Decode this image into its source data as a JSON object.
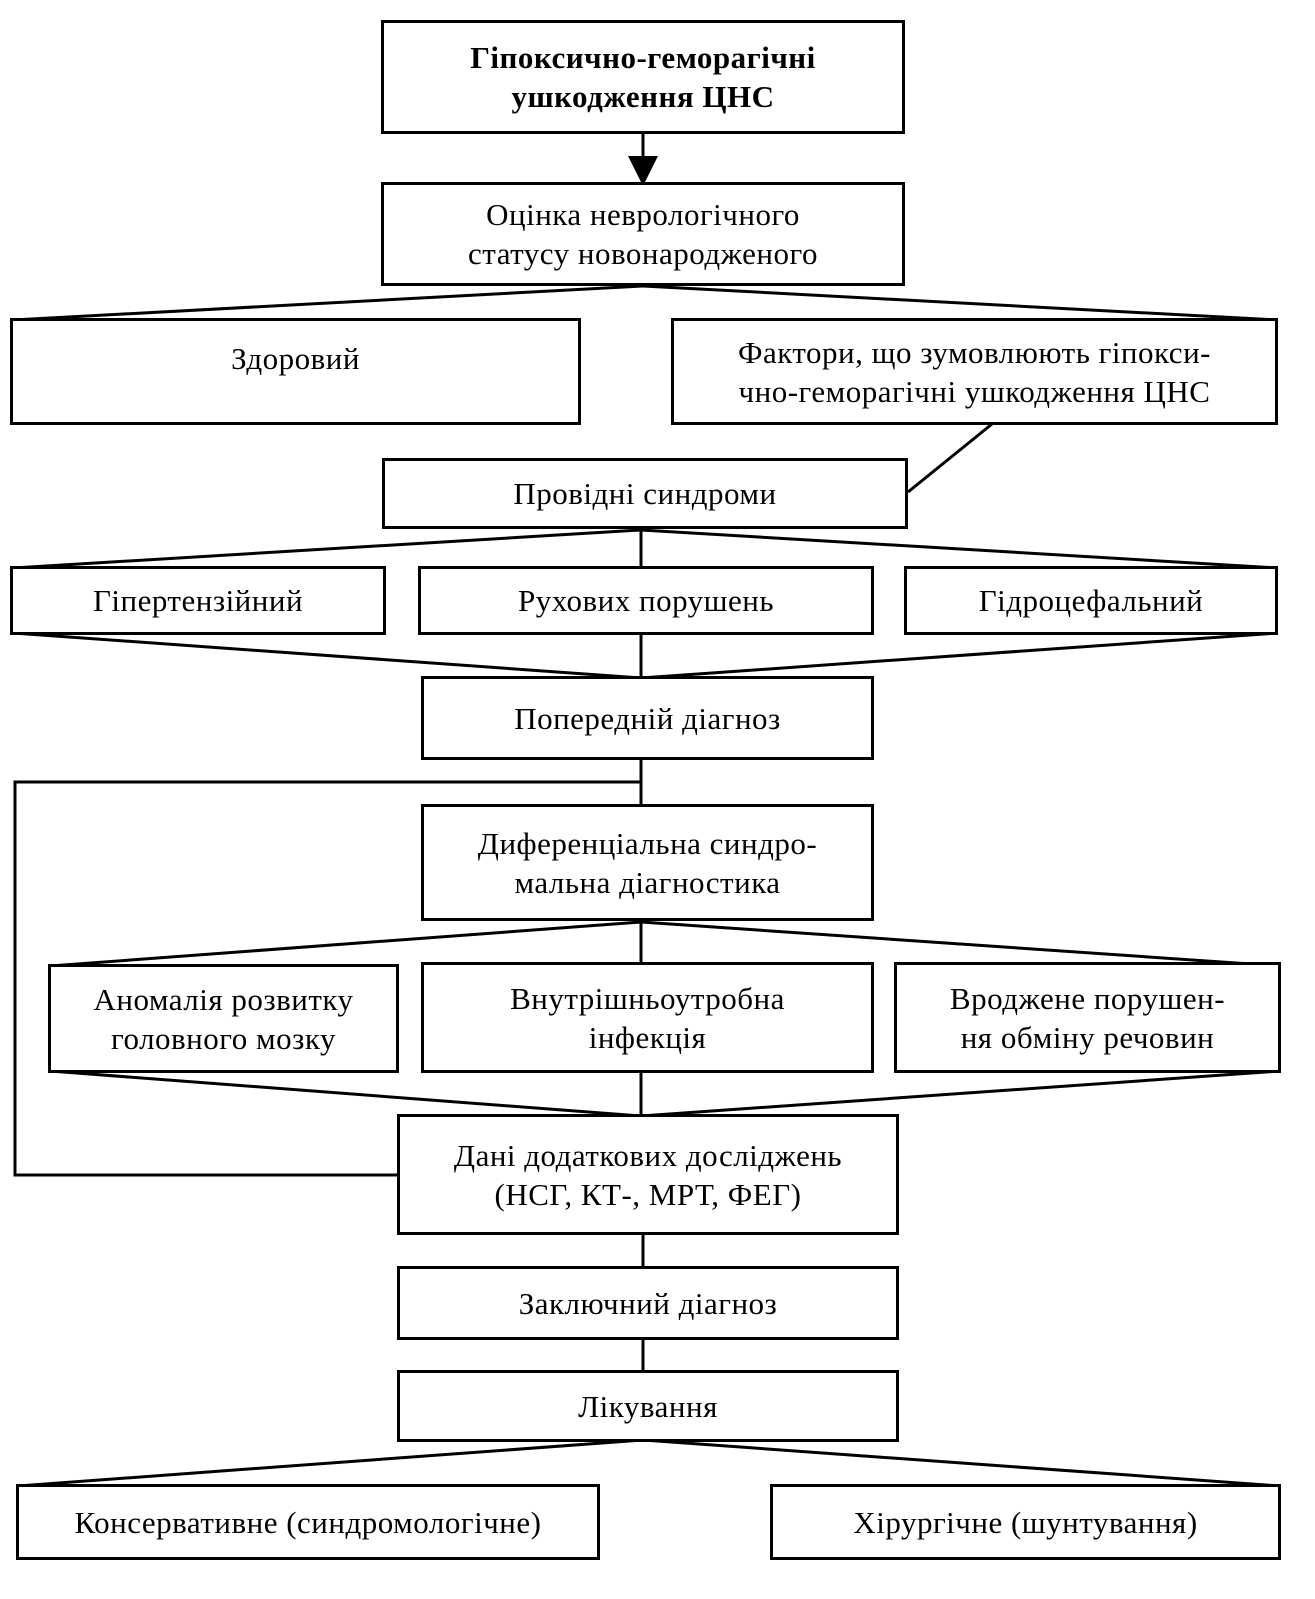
{
  "diagram": {
    "nodes": {
      "root": {
        "lines": [
          "Гіпоксично-геморагічні",
          "ушкодження ЦНС"
        ]
      },
      "assessment": {
        "lines": [
          "Оцінка неврологічного",
          "статусу новонародженого"
        ]
      },
      "healthy": {
        "lines": [
          "Здоровий"
        ]
      },
      "factors": {
        "lines": [
          "Фактори, що зумовлюють гіпокси-",
          "чно-геморагічні ушкодження ЦНС"
        ]
      },
      "leading_syndromes": {
        "lines": [
          "Провідні синдроми"
        ]
      },
      "hypertensive": {
        "lines": [
          "Гіпертензійний"
        ]
      },
      "motor": {
        "lines": [
          "Рухових порушень"
        ]
      },
      "hydrocephalic": {
        "lines": [
          "Гідроцефальний"
        ]
      },
      "preliminary": {
        "lines": [
          "Попередній діагноз"
        ]
      },
      "differential": {
        "lines": [
          "Диференціальна синдро-",
          "мальна діагностика"
        ]
      },
      "anomaly": {
        "lines": [
          "Аномалія розвитку",
          "головного мозку"
        ]
      },
      "infection": {
        "lines": [
          "Внутрішньоутробна",
          "інфекція"
        ]
      },
      "metabolic": {
        "lines": [
          "Вроджене порушен-",
          "ня обміну речовин"
        ]
      },
      "additional": {
        "lines": [
          "Дані додаткових досліджень",
          "(НСГ, КТ-, МРТ, ФЕГ)"
        ]
      },
      "final": {
        "lines": [
          "Заключний діагноз"
        ]
      },
      "treatment": {
        "lines": [
          "Лікування"
        ]
      },
      "conservative": {
        "lines": [
          "Консервативне (синдромологічне)"
        ]
      },
      "surgical": {
        "lines": [
          "Хірургічне (шунтування)"
        ]
      }
    },
    "edges": [
      [
        "root",
        "assessment"
      ],
      [
        "assessment",
        "healthy"
      ],
      [
        "assessment",
        "factors"
      ],
      [
        "factors",
        "leading_syndromes"
      ],
      [
        "leading_syndromes",
        "hypertensive"
      ],
      [
        "leading_syndromes",
        "motor"
      ],
      [
        "leading_syndromes",
        "hydrocephalic"
      ],
      [
        "hypertensive",
        "preliminary"
      ],
      [
        "motor",
        "preliminary"
      ],
      [
        "hydrocephalic",
        "preliminary"
      ],
      [
        "preliminary",
        "differential"
      ],
      [
        "preliminary",
        "additional"
      ],
      [
        "differential",
        "anomaly"
      ],
      [
        "differential",
        "infection"
      ],
      [
        "differential",
        "metabolic"
      ],
      [
        "anomaly",
        "additional"
      ],
      [
        "infection",
        "additional"
      ],
      [
        "metabolic",
        "additional"
      ],
      [
        "additional",
        "final"
      ],
      [
        "final",
        "treatment"
      ],
      [
        "treatment",
        "conservative"
      ],
      [
        "treatment",
        "surgical"
      ]
    ]
  }
}
